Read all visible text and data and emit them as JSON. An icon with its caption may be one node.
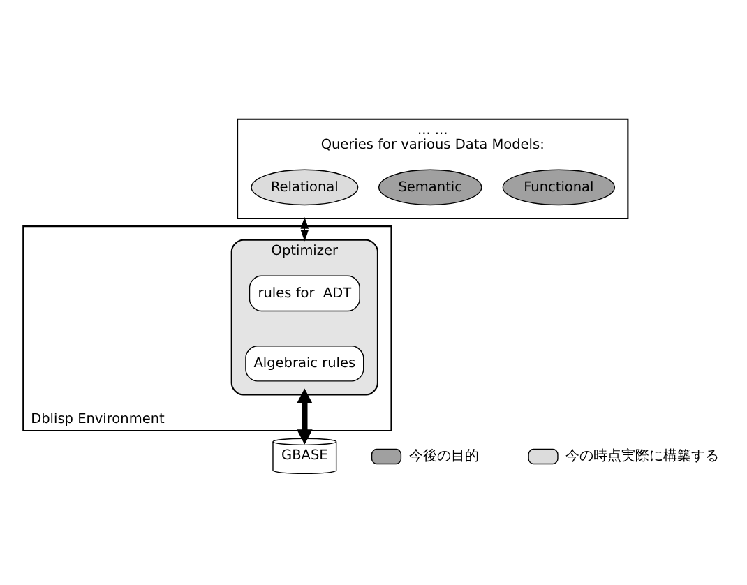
{
  "diagram": {
    "nodes": [
      {
        "text": [
          "... ...",
          "Queries for various Data Models:"
        ]
      },
      {
        "text": [
          "Functional"
        ],
        "in": 0
      },
      {
        "text": [
          "Semantic"
        ],
        "in": 0
      },
      {
        "text": [
          "Relational"
        ],
        "in": 0
      },
      {
        "text": [
          "Dblisp Environment"
        ]
      },
      {
        "text": [
          "Optimizer"
        ],
        "in": 4
      },
      {
        "text": [
          "rules for  ADT"
        ],
        "in": 5
      },
      {
        "text": [
          "Algebraic rules"
        ],
        "in": 5
      },
      {
        "text": [
          "GBASE"
        ]
      }
    ],
    "edges": [
      {
        "from": 0,
        "to": 5,
        "arrow": "both"
      },
      {
        "from": 5,
        "to": 8,
        "arrow": "both",
        "style": "thick"
      }
    ],
    "legend": [
      {
        "text": "今後の目的"
      },
      {
        "text": "今の時点実際に構築する"
      }
    ]
  }
}
